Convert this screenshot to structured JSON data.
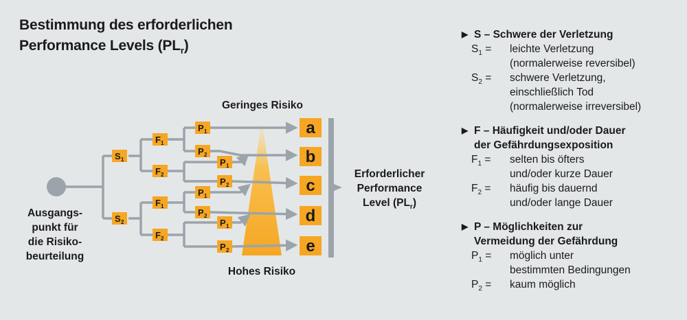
{
  "title": {
    "line1": "Bestimmung des erforderlichen",
    "line2_main": "Performance Levels (PL",
    "line2_sub": "r",
    "line2_end": ")"
  },
  "start_label": [
    "Ausgangs-",
    "punkt für",
    "die Risiko-",
    "beurteilung"
  ],
  "nodes": {
    "s1": "S",
    "s1_sub": "1",
    "s2": "S",
    "s2_sub": "2",
    "f1": "F",
    "f1_sub": "1",
    "f2": "F",
    "f2_sub": "2",
    "p1": "P",
    "p1_sub": "1",
    "p2": "P",
    "p2_sub": "2"
  },
  "levels": [
    "a",
    "b",
    "c",
    "d",
    "e"
  ],
  "low_risk": "Geringes Risiko",
  "high_risk": "Hohes Risiko",
  "required": {
    "line1": "Erforderlicher",
    "line2": "Performance",
    "line3_main": "Level (PL",
    "line3_sub": "r",
    "line3_end": ")"
  },
  "legend": {
    "s_head": "S – Schwere der Verletzung",
    "s1_key": "S",
    "s1_sub": "1",
    "s1_eq": " =",
    "s1_text": "leichte Verletzung",
    "s1_text2": "(normalerweise reversibel)",
    "s2_key": "S",
    "s2_sub": "2",
    "s2_eq": " =",
    "s2_text": "schwere Verletzung,",
    "s2_text2": "einschließlich Tod",
    "s2_text3": "(normalerweise irreversibel)",
    "f_head1": "F – Häufigkeit und/oder Dauer",
    "f_head2": "der Gefährdungsexposition",
    "f1_key": "F",
    "f1_sub": "1",
    "f1_eq": " =",
    "f1_text": "selten bis öfters",
    "f1_text2": "und/oder kurze Dauer",
    "f2_key": "F",
    "f2_sub": "2",
    "f2_eq": " =",
    "f2_text": "häufig bis dauernd",
    "f2_text2": "und/oder lange Dauer",
    "p_head1": "P – Möglichkeiten zur",
    "p_head2": "Vermeidung der Gefährdung",
    "p1_key": "P",
    "p1_sub": "1",
    "p1_eq": " =",
    "p1_text": "möglich unter",
    "p1_text2": "bestimmten Bedingungen",
    "p2_key": "P",
    "p2_sub": "2",
    "p2_eq": " =",
    "p2_text": "kaum möglich"
  },
  "colors": {
    "background": "#e4e7e8",
    "line": "#9aa4aa",
    "node": "#f6a623",
    "triangle": "#f7b23a"
  }
}
